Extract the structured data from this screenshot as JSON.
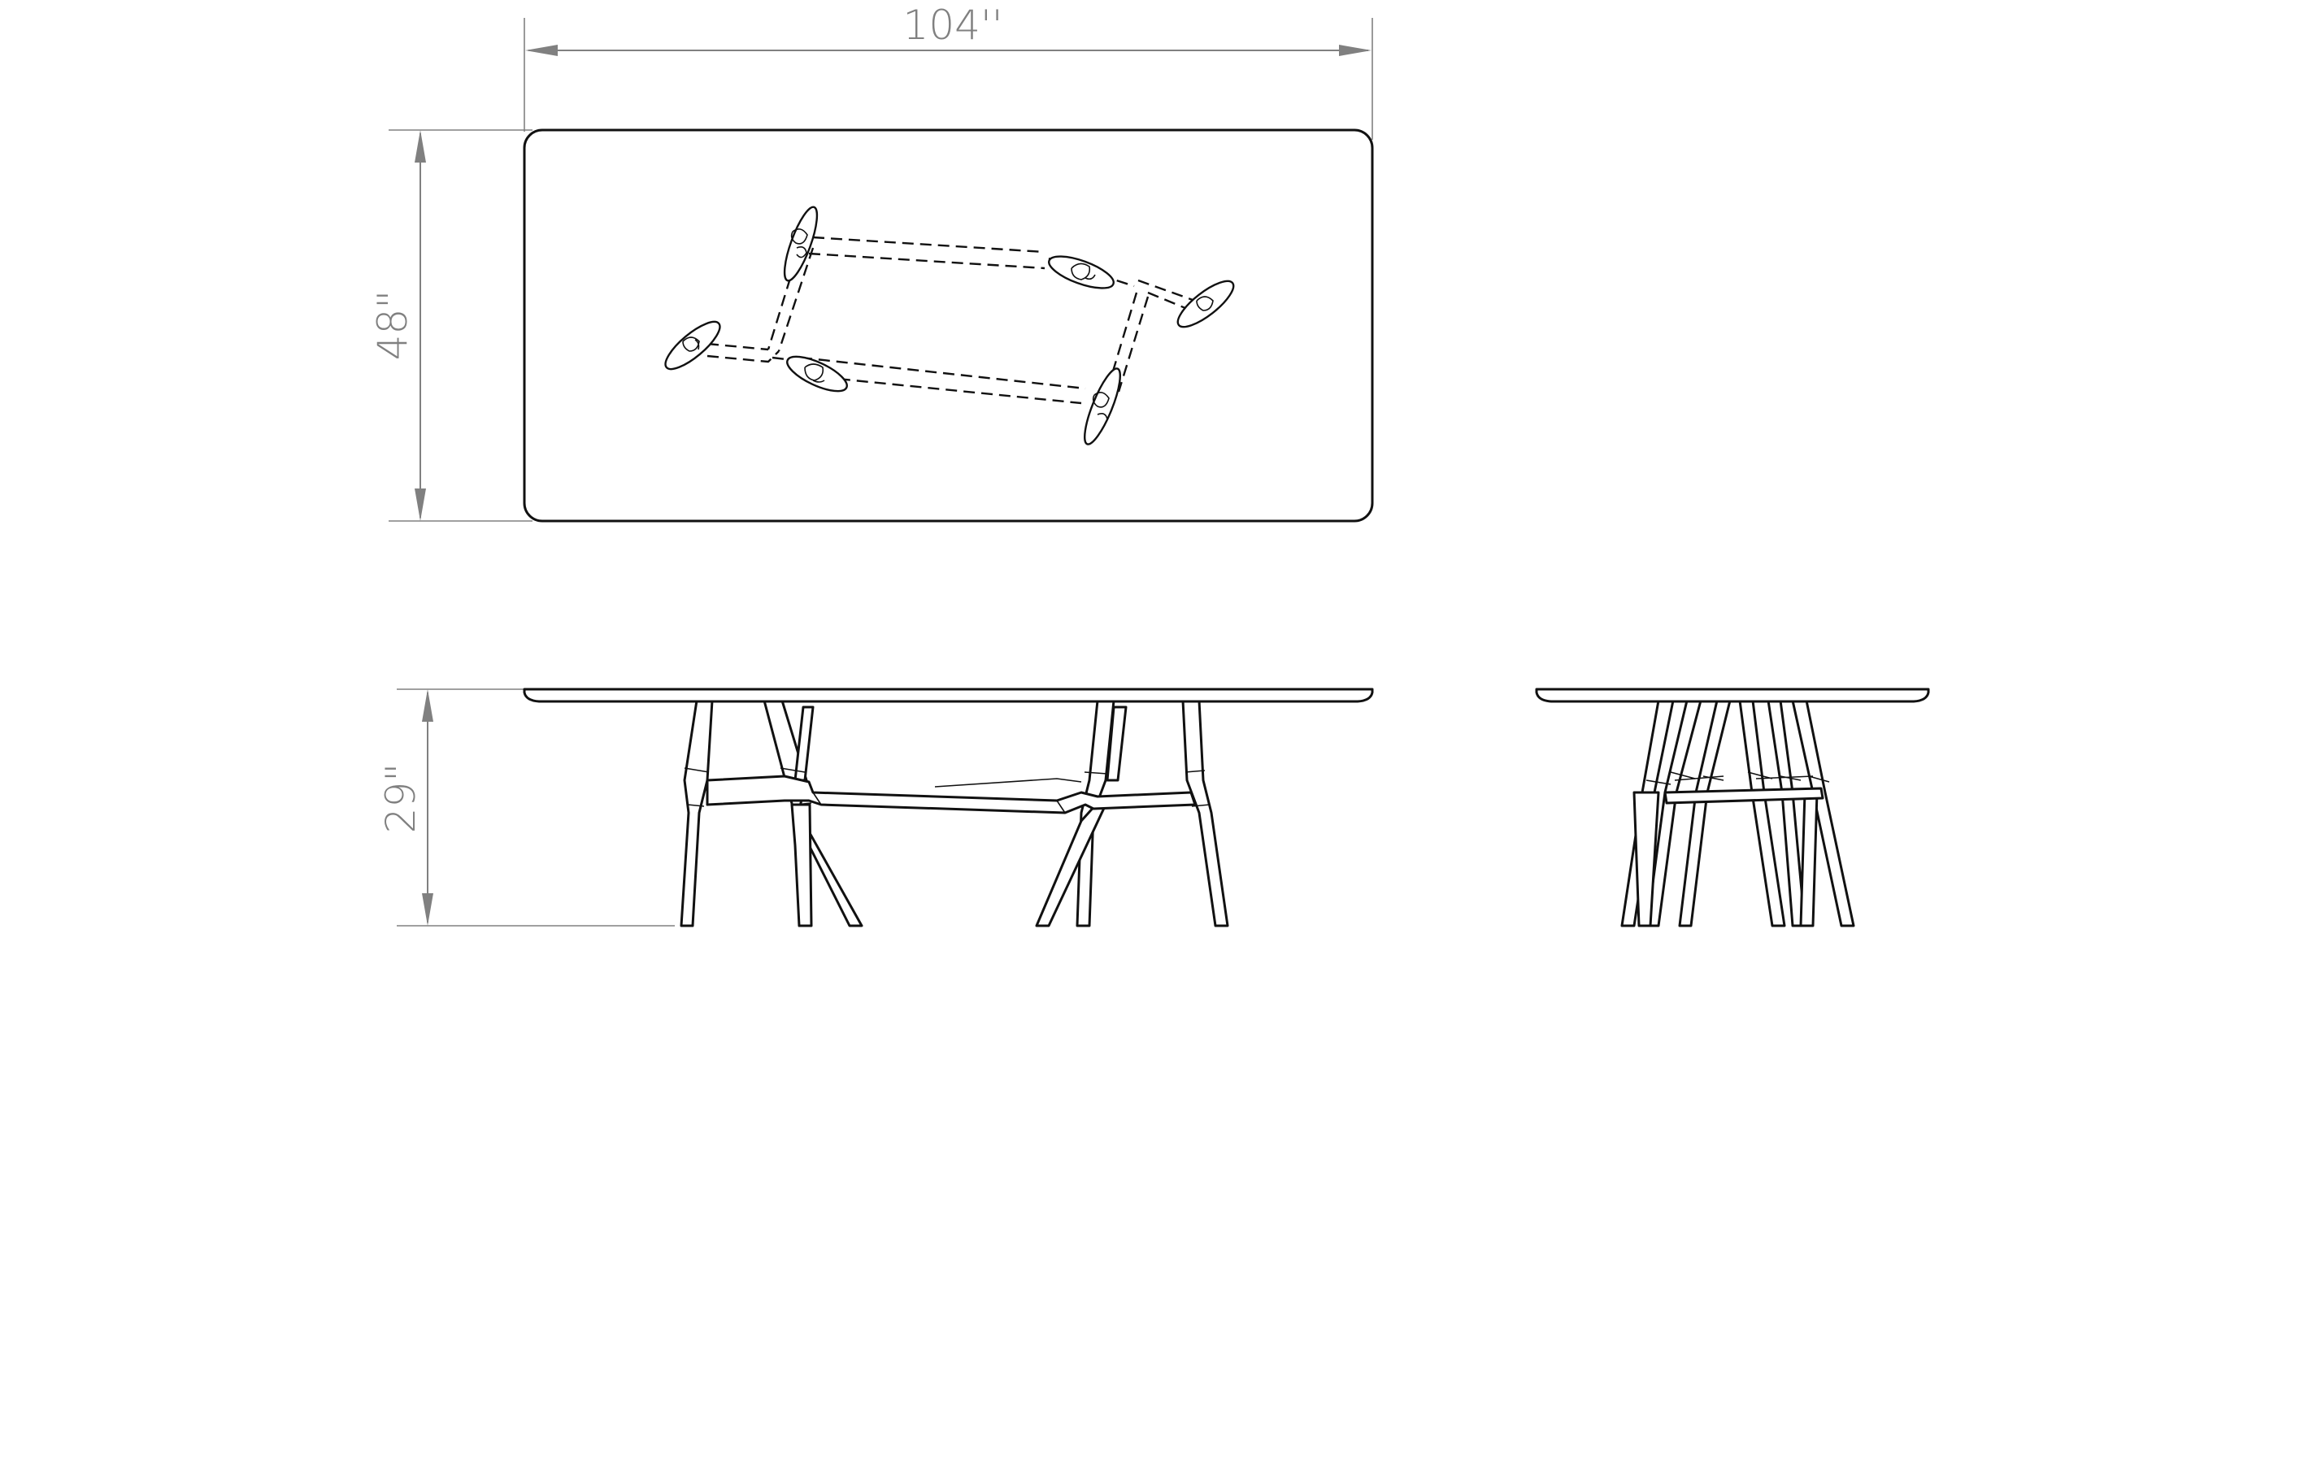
{
  "drawing": {
    "dimensions": {
      "width_label": "104''",
      "depth_label": "48\"",
      "height_label": "29\""
    },
    "colors": {
      "dimension": "#808080",
      "outline": "#111111",
      "background": "#ffffff"
    }
  }
}
